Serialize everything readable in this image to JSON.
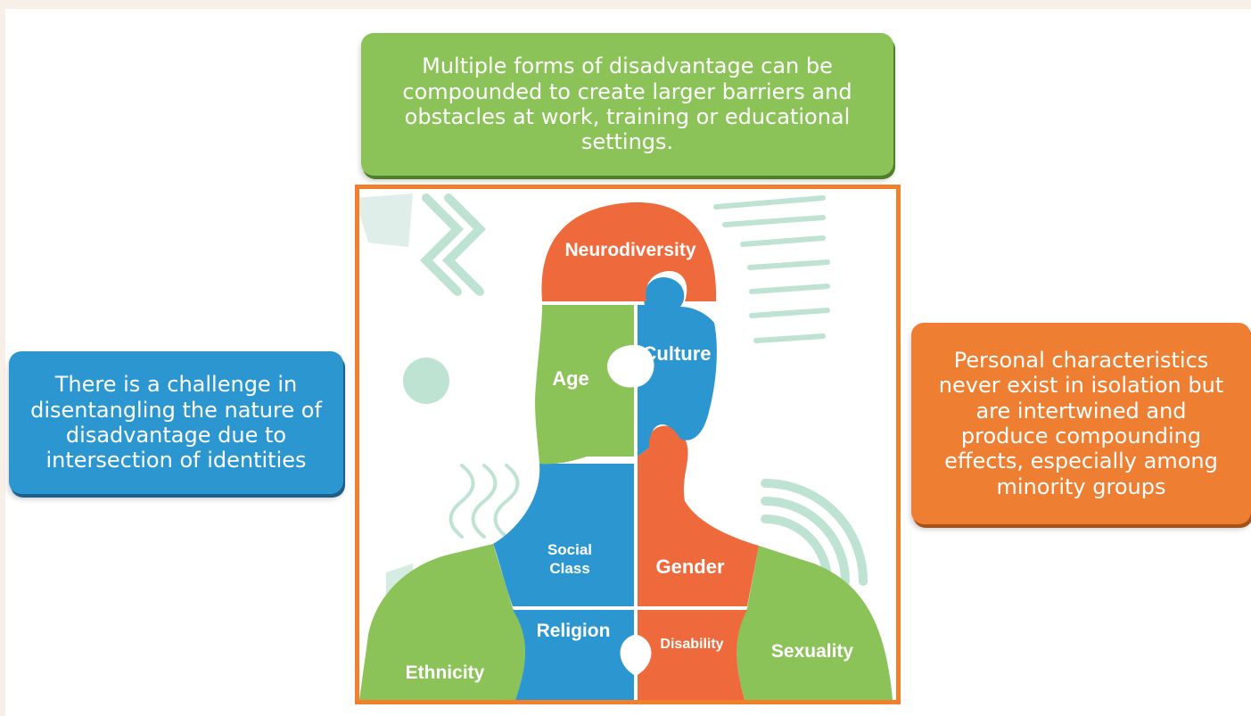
{
  "callouts": {
    "top": [
      "Multiple forms of disadvantage can be",
      "compounded to create larger barriers and",
      "obstacles at work, training or educational",
      "settings."
    ],
    "left": [
      "There is a challenge in",
      "disentangling the nature of",
      "disadvantage due to",
      "intersection of identities"
    ],
    "right": [
      "Personal characteristics",
      "never exist in isolation but",
      "are intertwined and",
      "produce compounding",
      "effects, especially among",
      "minority groups"
    ]
  },
  "puzzle": {
    "neurodiversity": "Neurodiversity",
    "age": "Age",
    "culture": "Culture",
    "social_class_1": "Social",
    "social_class_2": "Class",
    "gender": "Gender",
    "religion": "Religion",
    "disability": "Disability",
    "ethnicity": "Ethnicity",
    "sexuality": "Sexuality"
  },
  "colors": {
    "green": "#8bc358",
    "blue": "#2c96d1",
    "orange": "#ee6a3c",
    "frame": "#f07f2e",
    "decor": "#bfe3d2"
  }
}
